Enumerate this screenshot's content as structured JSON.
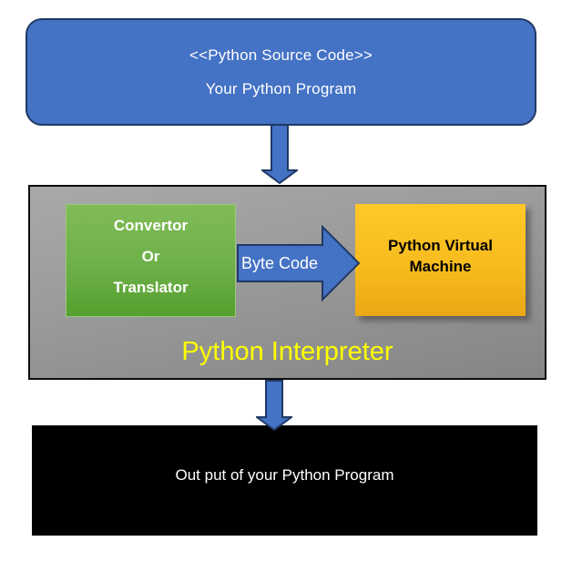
{
  "source_box": {
    "line1": "<<Python Source Code>>",
    "line2": "Your Python Program"
  },
  "convertor_box": {
    "line1": "Convertor",
    "line2": "Or",
    "line3": "Translator"
  },
  "byte_code_arrow": {
    "label": "Byte Code"
  },
  "pvm_box": {
    "line1": "Python Virtual",
    "line2": "Machine"
  },
  "interpreter_box": {
    "label": "Python Interpreter"
  },
  "output_box": {
    "label": "Out put of your Python Program"
  },
  "colors": {
    "box_blue": "#4472C4",
    "arrow_blue": "#4472C4",
    "dark_navy_border": "#1F3864",
    "green_top": "#81BB57",
    "green_bottom": "#55A02E",
    "gold_top": "#FFC829",
    "gold_bottom": "#EAA713",
    "gray_top": "#A9A9A9",
    "gray_bottom": "#858585",
    "interpreter_label_yellow": "#FFFF00",
    "output_black": "#000000",
    "text_white": "#FFFFFF"
  }
}
